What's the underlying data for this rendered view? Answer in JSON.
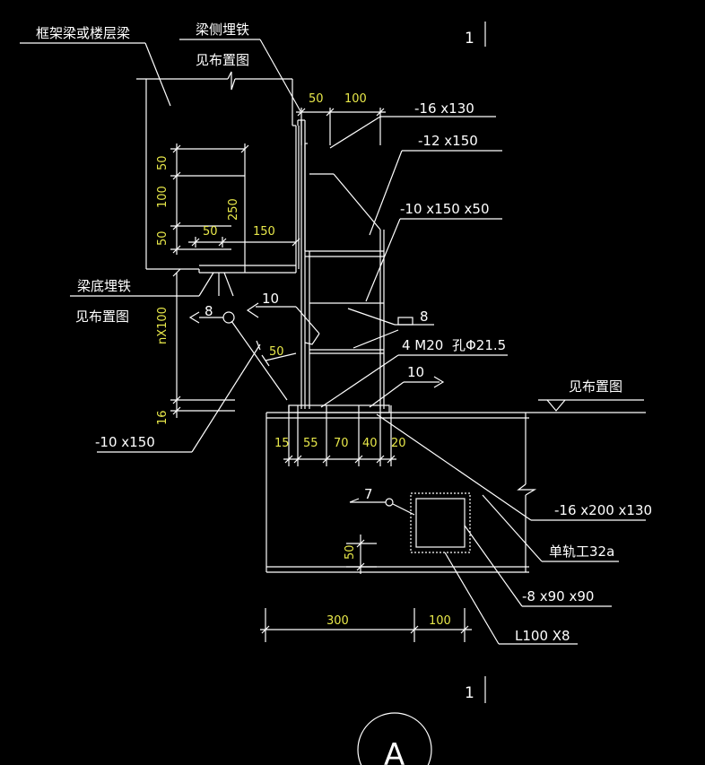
{
  "colors": {
    "background": "#000000",
    "lines": "#ffffff",
    "dimensions": "#e8e84a"
  },
  "labels": {
    "frame_beam": "框架梁或楼层梁",
    "side_embed": "梁侧埋铁",
    "see_layout": "见布置图",
    "bottom_embed": "梁底埋铁",
    "see_layout_2": "见布置图",
    "see_layout_3": "见布置图",
    "plate_16x130": "-16 x130",
    "plate_12x150": "-12 x150",
    "plate_10x150x50": "-10 x150 x50",
    "bolts": "4 M20",
    "hole": "孔Φ21.5",
    "plate_10x150": "-10 x150",
    "plate_16x200x130": "-16 x200 x130",
    "monorail": "单轨工32a",
    "plate_8x90x90": "-8 x90 x90",
    "angle": "L100 X8",
    "sheet_mark_top": "1",
    "sheet_mark_bottom": "1",
    "section_mark": "A",
    "weld_8a": "8",
    "weld_10a": "10",
    "weld_8b": "8",
    "weld_10b": "10",
    "weld_7": "7"
  },
  "dims": {
    "d50_top": "50",
    "d100_top": "100",
    "v50a": "50",
    "v100": "100",
    "v50b": "50",
    "v250": "250",
    "h50": "50",
    "h150": "150",
    "nx100": "nX100",
    "v16": "16",
    "d50_gusset": "50",
    "b15": "15",
    "b55": "55",
    "b70": "70",
    "b40": "40",
    "b20": "20",
    "v50_low": "50",
    "b300": "300",
    "b100": "100"
  }
}
